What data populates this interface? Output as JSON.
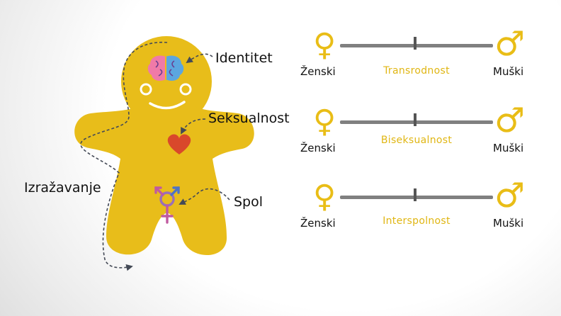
{
  "labels": {
    "identity": "Identitet",
    "sexuality": "Seksualnost",
    "expression": "Izražavanje",
    "sex": "Spol"
  },
  "scales": [
    {
      "female": "Ženski",
      "male": "Muški",
      "middle": "Transrodnost"
    },
    {
      "female": "Ženski",
      "male": "Muški",
      "middle": "Biseksualnost"
    },
    {
      "female": "Ženski",
      "male": "Muški",
      "middle": "Interspolnost"
    }
  ],
  "symbols": {
    "female": "♀",
    "male": "♂"
  },
  "colors": {
    "figure": "#e8bd1a",
    "accent": "#e9bd16",
    "bar": "#808080",
    "heart": "#d9482b",
    "text": "#111111",
    "dashes": "#444a56"
  }
}
